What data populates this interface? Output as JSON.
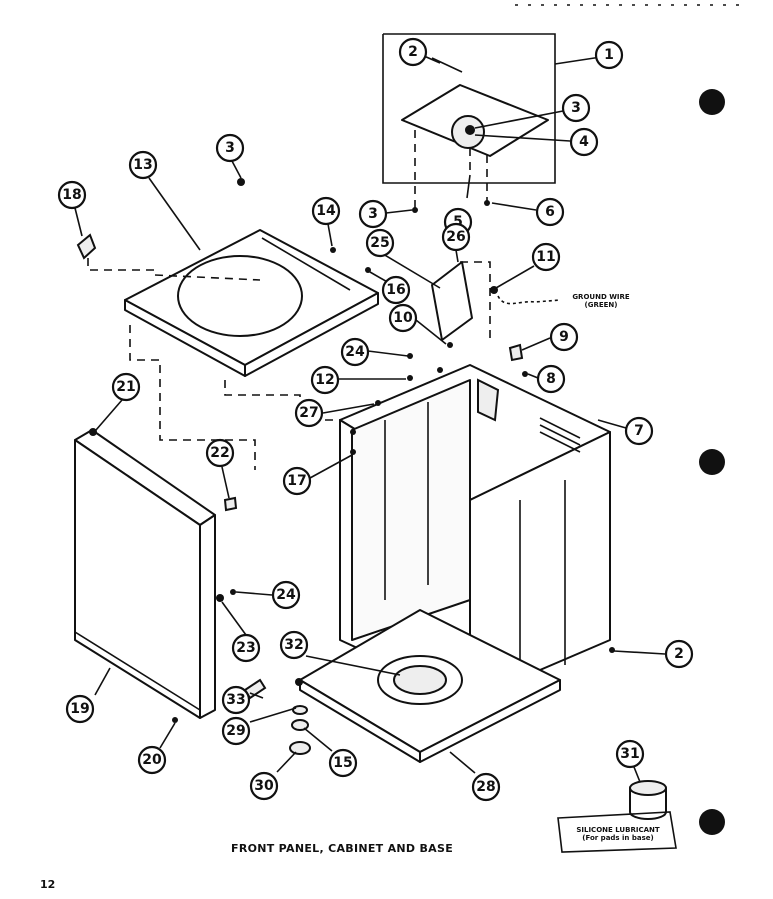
{
  "caption": "FRONT PANEL, CABINET AND BASE",
  "page_number": "12",
  "ground_wire": {
    "line1": "GROUND WIRE",
    "line2": "(GREEN)"
  },
  "lubricant": {
    "line1": "SILICONE LUBRICANT",
    "line2": "(For pads in base)"
  },
  "callouts": [
    "1",
    "2",
    "3",
    "4",
    "5",
    "6",
    "3",
    "3",
    "13",
    "18",
    "14",
    "25",
    "26",
    "11",
    "16",
    "10",
    "24",
    "12",
    "9",
    "8",
    "27",
    "7",
    "17",
    "21",
    "22",
    "24",
    "23",
    "32",
    "2",
    "19",
    "33",
    "29",
    "20",
    "15",
    "30",
    "28",
    "31"
  ]
}
